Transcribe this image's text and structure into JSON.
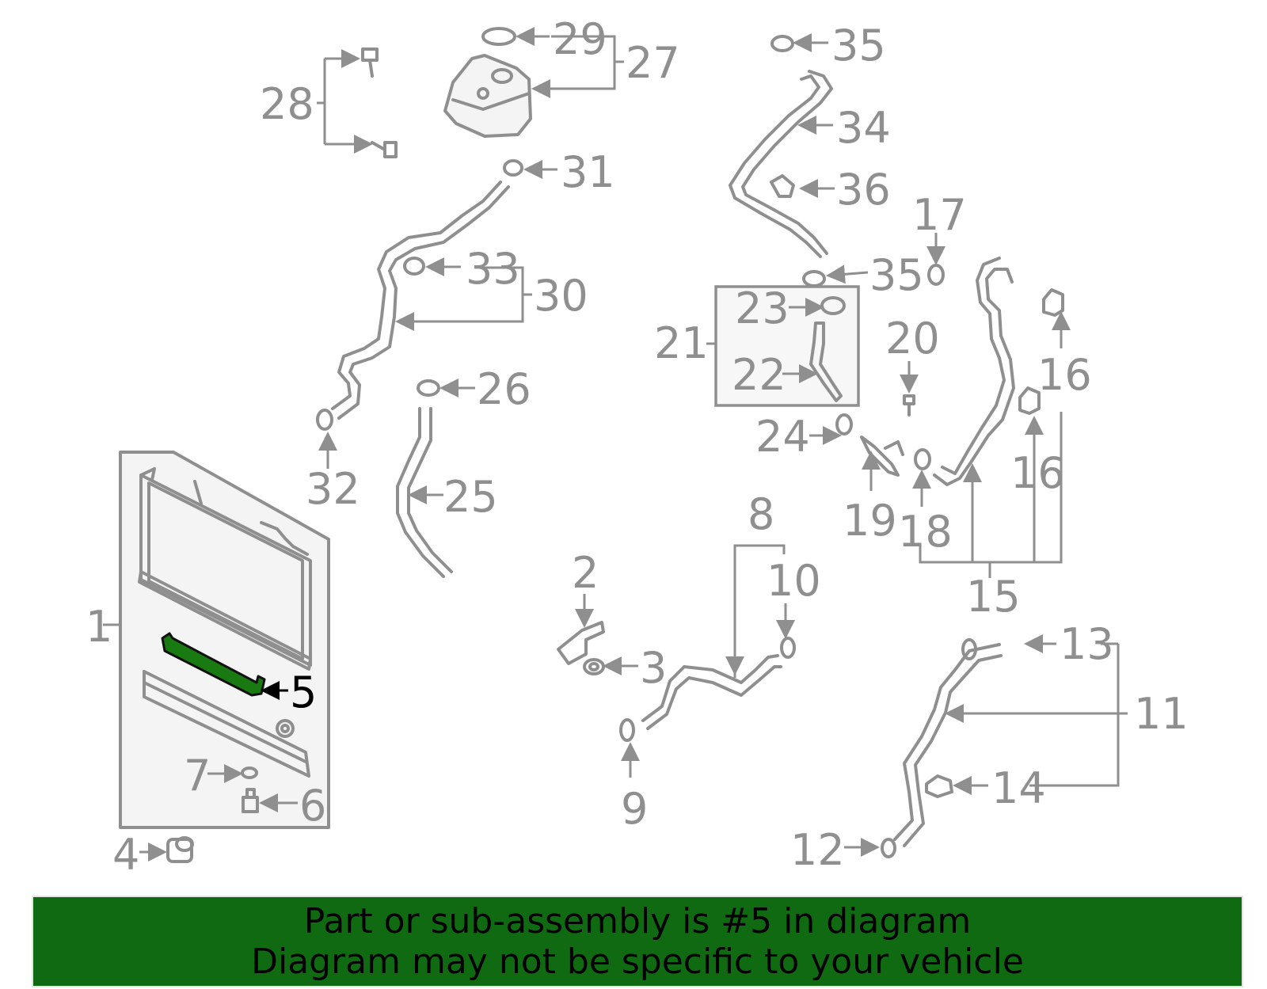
{
  "colors": {
    "part_gray": "#8f8f8f",
    "highlight_green": "#1a7a12",
    "banner_green": "#0f6a12",
    "label_black": "#000000"
  },
  "highlighted_part": "5",
  "callouts": {
    "c1": "1",
    "c2": "2",
    "c3": "3",
    "c4": "4",
    "c5": "5",
    "c6": "6",
    "c7": "7",
    "c8": "8",
    "c9": "9",
    "c10": "10",
    "c11": "11",
    "c12": "12",
    "c13": "13",
    "c14": "14",
    "c15": "15",
    "c16a": "16",
    "c16b": "16",
    "c17": "17",
    "c18": "18",
    "c19": "19",
    "c20": "20",
    "c21": "21",
    "c22": "22",
    "c23": "23",
    "c24": "24",
    "c25": "25",
    "c26": "26",
    "c27": "27",
    "c28": "28",
    "c29": "29",
    "c30": "30",
    "c31": "31",
    "c32": "32",
    "c33": "33",
    "c34": "34",
    "c35a": "35",
    "c35b": "35",
    "c36": "36"
  },
  "banner": {
    "line1": "Part or sub-assembly is #5 in diagram",
    "line2": "Diagram may not be specific to your vehicle"
  }
}
